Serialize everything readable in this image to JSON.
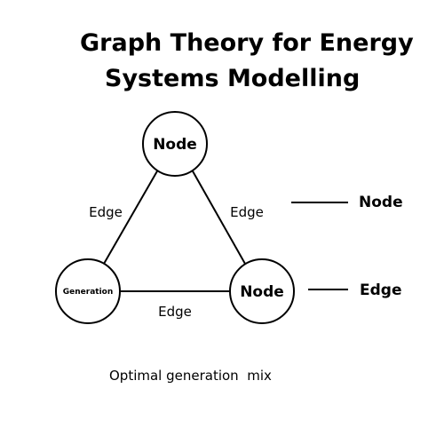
{
  "title": {
    "line1": "Graph Theory for Energy",
    "line2": "Systems Modelling"
  },
  "diagram": {
    "nodes": {
      "top": "Node",
      "bottom_left": "Generation",
      "bottom_right": "Node"
    },
    "edges": {
      "left": "Edge",
      "right": "Edge",
      "bottom": "Edge"
    }
  },
  "legend": {
    "node_label": "Node",
    "edge_label": "Edge"
  },
  "caption": "Optimal generation  mix"
}
